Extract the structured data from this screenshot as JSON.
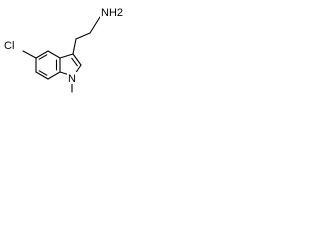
{
  "molecule": {
    "labels": {
      "chlorine": "Cl",
      "ring_nitrogen": "N",
      "amine": "NH2"
    },
    "bonds": {
      "benzene_ring": "aromatic",
      "pyrrole_ring": "aromatic",
      "ethylamine_chain": "single",
      "methyl_on_nitrogen": "single"
    }
  }
}
